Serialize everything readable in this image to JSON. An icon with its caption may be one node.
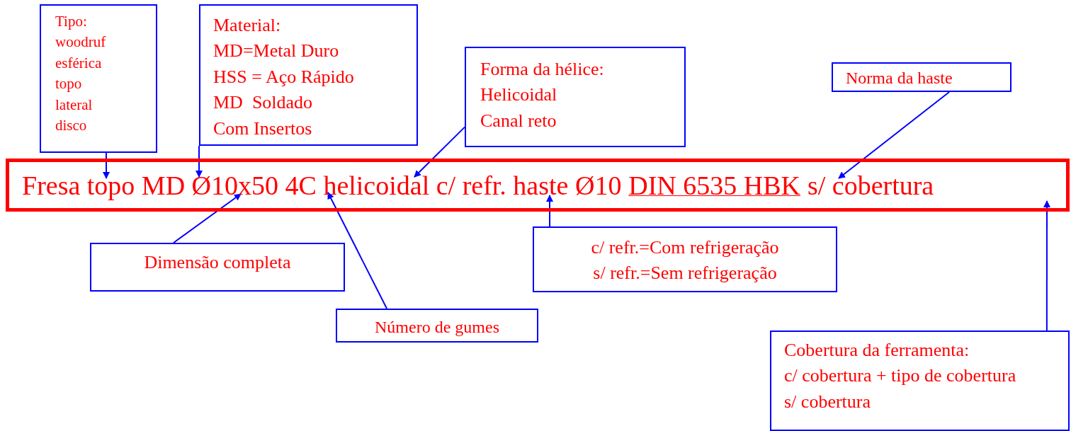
{
  "diagram": {
    "nodes": [
      {
        "text": [
          "Fresa topo MD Ø10x50 4C helicoidal c/ refr. haste Ø10",
          "DIN 6535 HBK",
          "s/ cobertura"
        ]
      },
      {
        "text": [
          "Tipo:",
          "woodruf",
          "esférica",
          "topo",
          "lateral",
          "disco"
        ]
      },
      {
        "text": [
          "Material:",
          "MD=Metal Duro",
          "HSS = Aço Rápido",
          "MD  Soldado",
          "Com Insertos"
        ]
      },
      {
        "text": [
          "Forma da hélice:",
          "Helicoidal",
          "Canal reto"
        ]
      },
      {
        "text": [
          "Norma da haste"
        ]
      },
      {
        "text": [
          "Dimensão completa"
        ]
      },
      {
        "text": [
          "c/ refr.=Com refrigeração",
          "s/ refr.=Sem refrigeração"
        ]
      },
      {
        "text": [
          "Número de gumes"
        ]
      },
      {
        "text": [
          "Cobertura da ferramenta:",
          "c/ cobertura + tipo de cobertura",
          "s/ cobertura"
        ]
      }
    ],
    "edges": [
      {
        "from": 1,
        "to": 0,
        "arrow": "to"
      },
      {
        "from": 2,
        "to": 0,
        "arrow": "to"
      },
      {
        "from": 3,
        "to": 0,
        "arrow": "to"
      },
      {
        "from": 4,
        "to": 0,
        "arrow": "to"
      },
      {
        "from": 5,
        "to": 0,
        "arrow": "to"
      },
      {
        "from": 6,
        "to": 0,
        "arrow": "to"
      },
      {
        "from": 7,
        "to": 0,
        "arrow": "to"
      },
      {
        "from": 8,
        "to": 0,
        "arrow": "to"
      }
    ]
  }
}
